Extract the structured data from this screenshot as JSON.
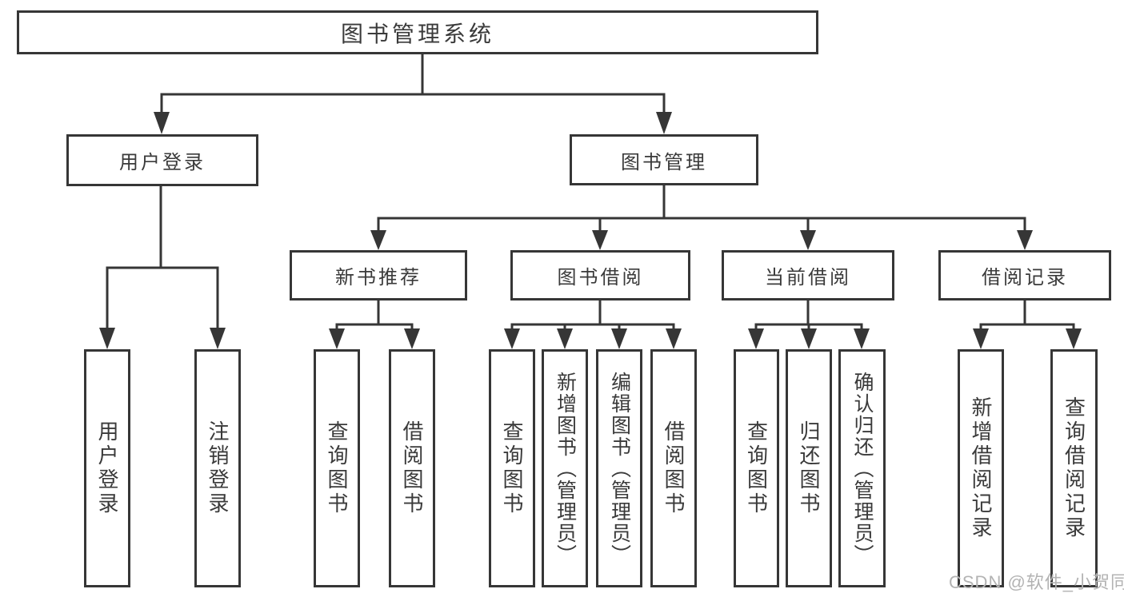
{
  "root": {
    "label": "图书管理系统"
  },
  "level2": {
    "user_login": {
      "label": "用户登录"
    },
    "book_management": {
      "label": "图书管理"
    }
  },
  "level3": {
    "new_book_recommendation": {
      "label": "新书推荐"
    },
    "book_borrowing": {
      "label": "图书借阅"
    },
    "current_borrowing": {
      "label": "当前借阅"
    },
    "borrowing_records": {
      "label": "借阅记录"
    }
  },
  "level4": {
    "user_login_children": [
      {
        "label": "用户登录"
      },
      {
        "label": "注销登录"
      }
    ],
    "new_book_children": [
      {
        "label": "查询图书"
      },
      {
        "label": "借阅图书"
      }
    ],
    "book_borrowing_children": [
      {
        "label": "查询图书"
      },
      {
        "label": "新增图书（管理员）"
      },
      {
        "label": "编辑图书（管理员）"
      },
      {
        "label": "借阅图书"
      }
    ],
    "current_borrowing_children": [
      {
        "label": "查询图书"
      },
      {
        "label": "归还图书"
      },
      {
        "label": "确认归还（管理员）"
      }
    ],
    "borrowing_records_children": [
      {
        "label": "新增借阅记录"
      },
      {
        "label": "查询借阅记录"
      }
    ]
  },
  "watermark": {
    "text": "CSDN @软件_小贺同学"
  },
  "colors": {
    "line": "#363636",
    "text": "#3a3a3a",
    "watermark_gray": "#b3b3b3",
    "background": "#ffffff"
  }
}
